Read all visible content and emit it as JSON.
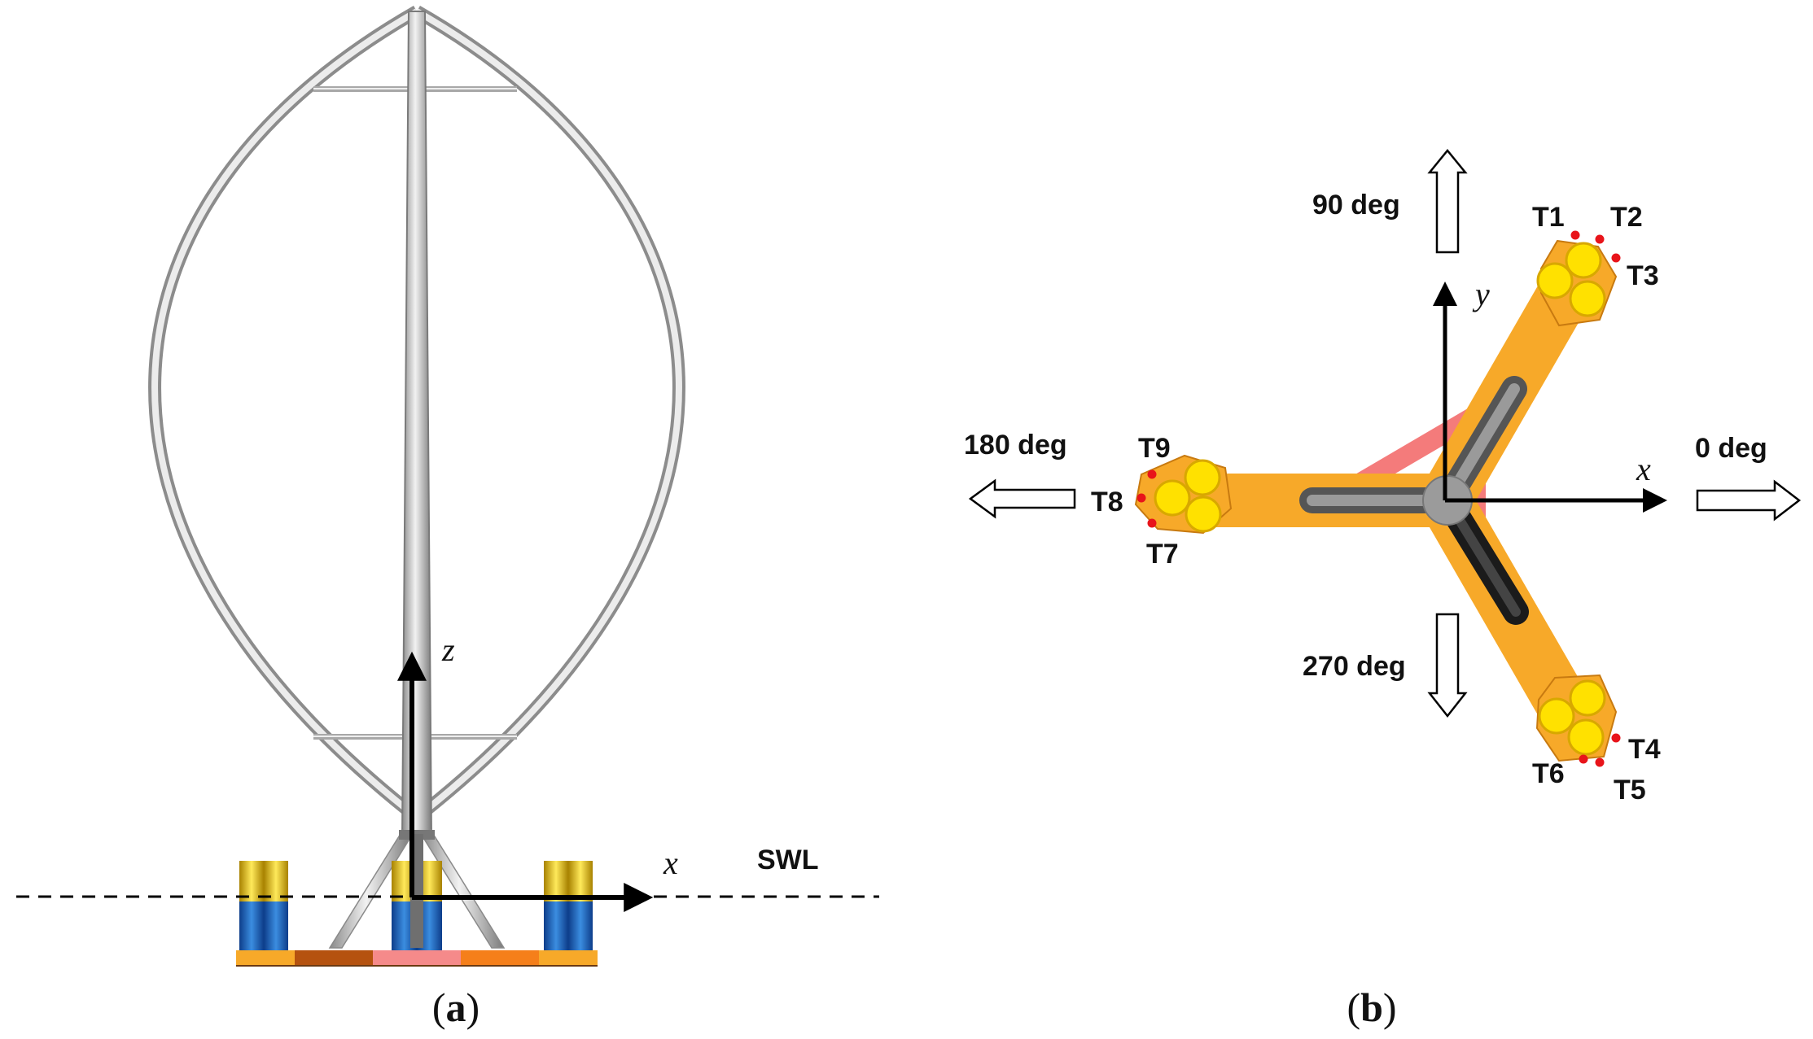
{
  "panel_a": {
    "axis_z": "z",
    "axis_x": "x",
    "swl_label": "SWL",
    "caption_open": "(",
    "caption_letter": "a",
    "caption_close": ")"
  },
  "panel_b": {
    "axis_x": "x",
    "axis_y": "y",
    "dir_0": "0 deg",
    "dir_90": "90 deg",
    "dir_180": "180 deg",
    "dir_270": "270 deg",
    "tendons": {
      "t1": "T1",
      "t2": "T2",
      "t3": "T3",
      "t4": "T4",
      "t5": "T5",
      "t6": "T6",
      "t7": "T7",
      "t8": "T8",
      "t9": "T9"
    },
    "caption_open": "(",
    "caption_letter": "b",
    "caption_close": ")"
  },
  "colors": {
    "pontoon_orange": "#F7A929",
    "column_yellow": "#FFE100",
    "tendon_red": "#E8141A",
    "triangle_pink": "#F47B7B",
    "blade_silver": "#B8B8B8",
    "column_blue": "#1F6FC8"
  }
}
